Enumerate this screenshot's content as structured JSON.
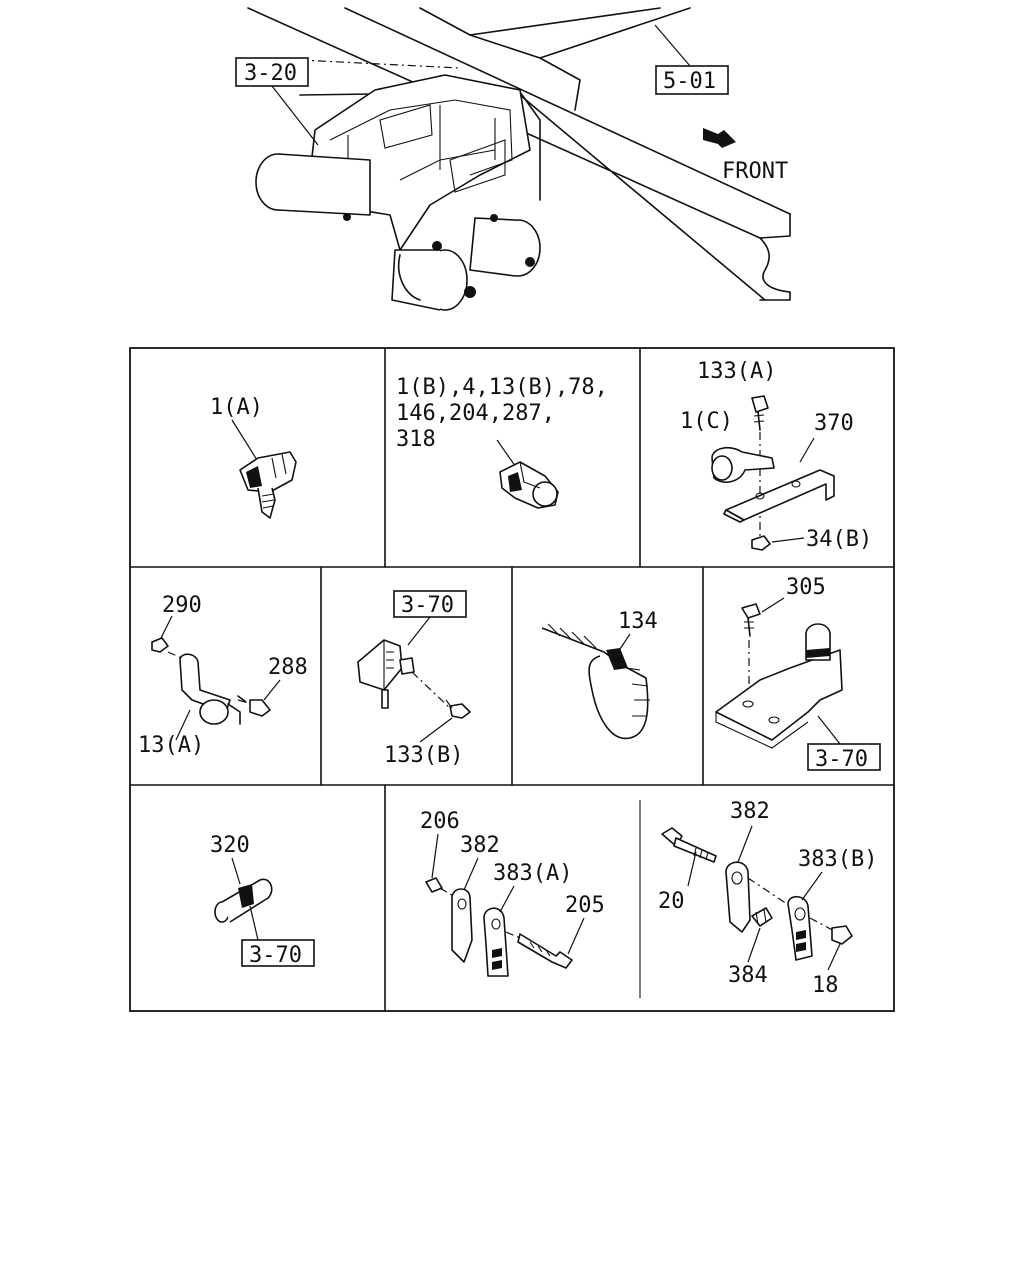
{
  "top_view": {
    "ref_engine_mount": "3-20",
    "ref_frame": "5-01",
    "direction_label": "FRONT"
  },
  "panels": {
    "p1": {
      "label": "1(A)"
    },
    "p2": {
      "label_lines": [
        "1(B),4,13(B),78,",
        "146,204,287,",
        "318"
      ]
    },
    "p3": {
      "labels": [
        "133(A)",
        "1(C)",
        "370",
        "34(B)"
      ]
    },
    "p4": {
      "labels": [
        "290",
        "288",
        "13(A)"
      ]
    },
    "p5": {
      "ref": "3-70",
      "label": "133(B)"
    },
    "p6": {
      "label": "134"
    },
    "p7": {
      "label": "305",
      "ref": "3-70"
    },
    "p8": {
      "label": "320",
      "ref": "3-70"
    },
    "p9": {
      "labels": [
        "206",
        "382",
        "383(A)",
        "205"
      ]
    },
    "p10": {
      "labels": [
        "382",
        "383(B)",
        "20",
        "384",
        "18"
      ]
    }
  }
}
